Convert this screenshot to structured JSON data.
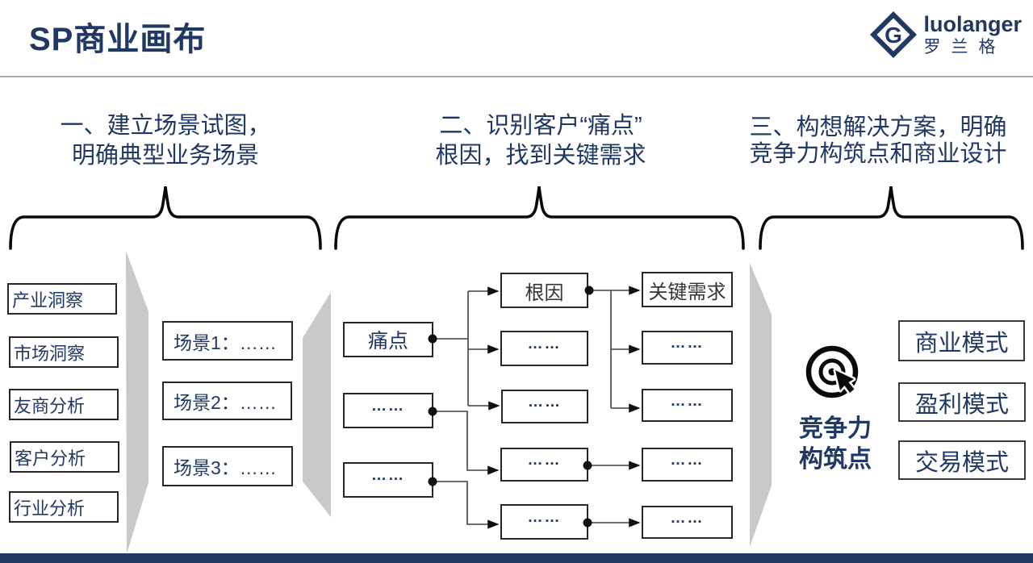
{
  "header": {
    "title": "SP商业画布",
    "logo_text": "luolanger",
    "logo_text_cn": "罗兰格"
  },
  "steps": [
    {
      "line1": "一、建立场景试图，",
      "line2": "明确典型业务场景"
    },
    {
      "line1": "二、识别客户“痛点”",
      "line2": "根因，找到关键需求"
    },
    {
      "line1": "三、构想解决方案，明确",
      "line2": "竞争力构筑点和商业设计"
    }
  ],
  "analysis": {
    "items": [
      "产业洞察",
      "市场洞察",
      "友商分析",
      "客户分析",
      "行业分析"
    ]
  },
  "scenarios": {
    "items": [
      "场景1：……",
      "场景2：……",
      "场景3：……"
    ]
  },
  "flow": {
    "pain": "痛点",
    "root": "根因",
    "need": "关键需求",
    "dots": "……"
  },
  "solution": {
    "competitiveness_line1": "竞争力",
    "competitiveness_line2": "构筑点",
    "target_icon": "target-cursor-icon",
    "models": [
      "商业模式",
      "盈利模式",
      "交易模式"
    ]
  },
  "colors": {
    "navy": "#1F3864",
    "connector_line": "#404040",
    "gray_panel": "#C9C9C9",
    "bottom_bar": "#1F3864",
    "divider": "#ABABAB",
    "brace": "#0a0a0a"
  }
}
